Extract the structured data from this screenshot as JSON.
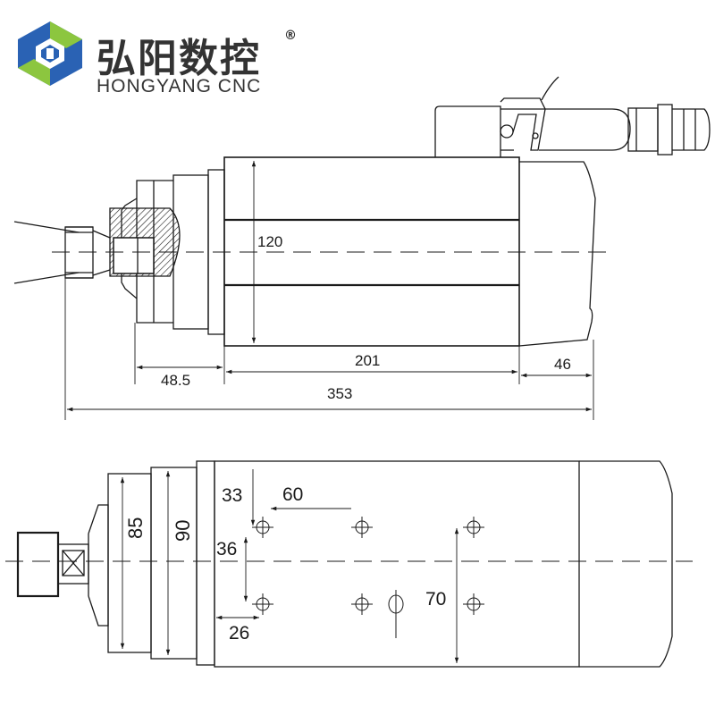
{
  "brand": {
    "name_cn": "弘阳数控",
    "name_en": "HONGYANG CNC",
    "registered_mark": "®",
    "colors": {
      "blue": "#2a62b4",
      "green": "#8cc63f",
      "text": "#333333"
    }
  },
  "side_view": {
    "dims": {
      "diameter": "120",
      "body_length": "201",
      "nose_length": "48.5",
      "cap_length": "46",
      "total_length": "353"
    }
  },
  "bottom_view": {
    "dims": {
      "flange_1": "85",
      "flange_2": "90",
      "hole_top_offset": "33",
      "hole_spacing_x": "60",
      "hole_spacing_y": "36",
      "hole_left_offset": "26",
      "hole_pitch_y": "70"
    }
  },
  "line_color": "#1a1a1a"
}
